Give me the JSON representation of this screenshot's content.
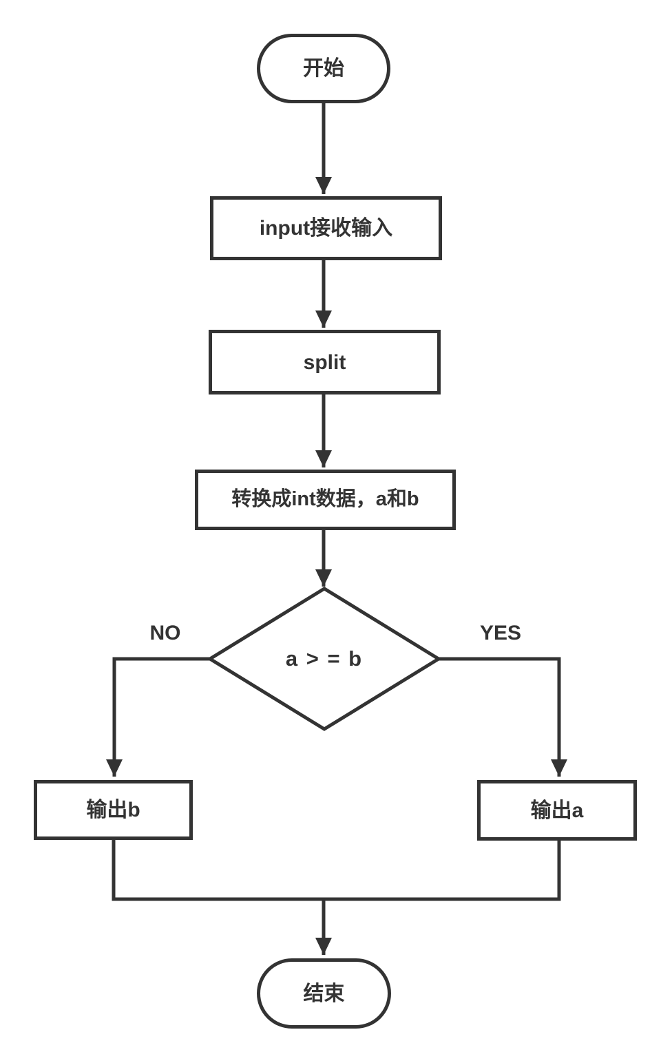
{
  "theme": {
    "background": "#ffffff",
    "line_color": "#333333",
    "node_fill": "#ffffff",
    "text_color": "#333333"
  },
  "flowchart": {
    "nodes": {
      "start": {
        "type": "terminator",
        "label": "开始"
      },
      "input": {
        "type": "process",
        "label": "input接收输入"
      },
      "split": {
        "type": "process",
        "label": "split"
      },
      "convert": {
        "type": "process",
        "label": "转换成int数据，a和b"
      },
      "decision": {
        "type": "decision",
        "label": "a > = b"
      },
      "output_b": {
        "type": "process",
        "label": "输出b"
      },
      "output_a": {
        "type": "process",
        "label": "输出a"
      },
      "end": {
        "type": "terminator",
        "label": "结束"
      }
    },
    "edges": [
      {
        "from": "start",
        "to": "input",
        "label": ""
      },
      {
        "from": "input",
        "to": "split",
        "label": ""
      },
      {
        "from": "split",
        "to": "convert",
        "label": ""
      },
      {
        "from": "convert",
        "to": "decision",
        "label": ""
      },
      {
        "from": "decision",
        "to": "output_b",
        "label": "NO"
      },
      {
        "from": "decision",
        "to": "output_a",
        "label": "YES"
      },
      {
        "from": "output_b",
        "to": "end",
        "label": ""
      },
      {
        "from": "output_a",
        "to": "end",
        "label": ""
      }
    ]
  }
}
